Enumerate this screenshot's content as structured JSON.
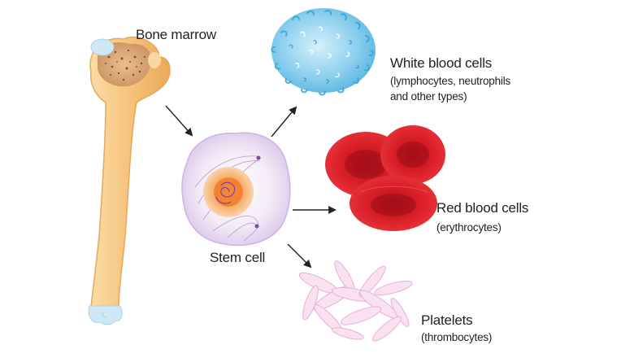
{
  "labels": {
    "bone_marrow": "Bone marrow",
    "stem_cell": "Stem cell",
    "white_title": "White blood cells",
    "white_sub1": "(lymphocytes, neutrophils",
    "white_sub2": "and other types)",
    "red_title": "Red blood cells",
    "red_sub": "(erythrocytes)",
    "platelets_title": "Platelets",
    "platelets_sub": "(thrombocytes)"
  },
  "colors": {
    "bone": "#f6c27a",
    "marrow": "#c9905e",
    "stem_membrane": "#e6d7ef",
    "stem_nucleus": "#f28a3a",
    "white_cell": "#58b6e0",
    "red_cell": "#d91e26",
    "platelet": "#f4d3ea"
  }
}
